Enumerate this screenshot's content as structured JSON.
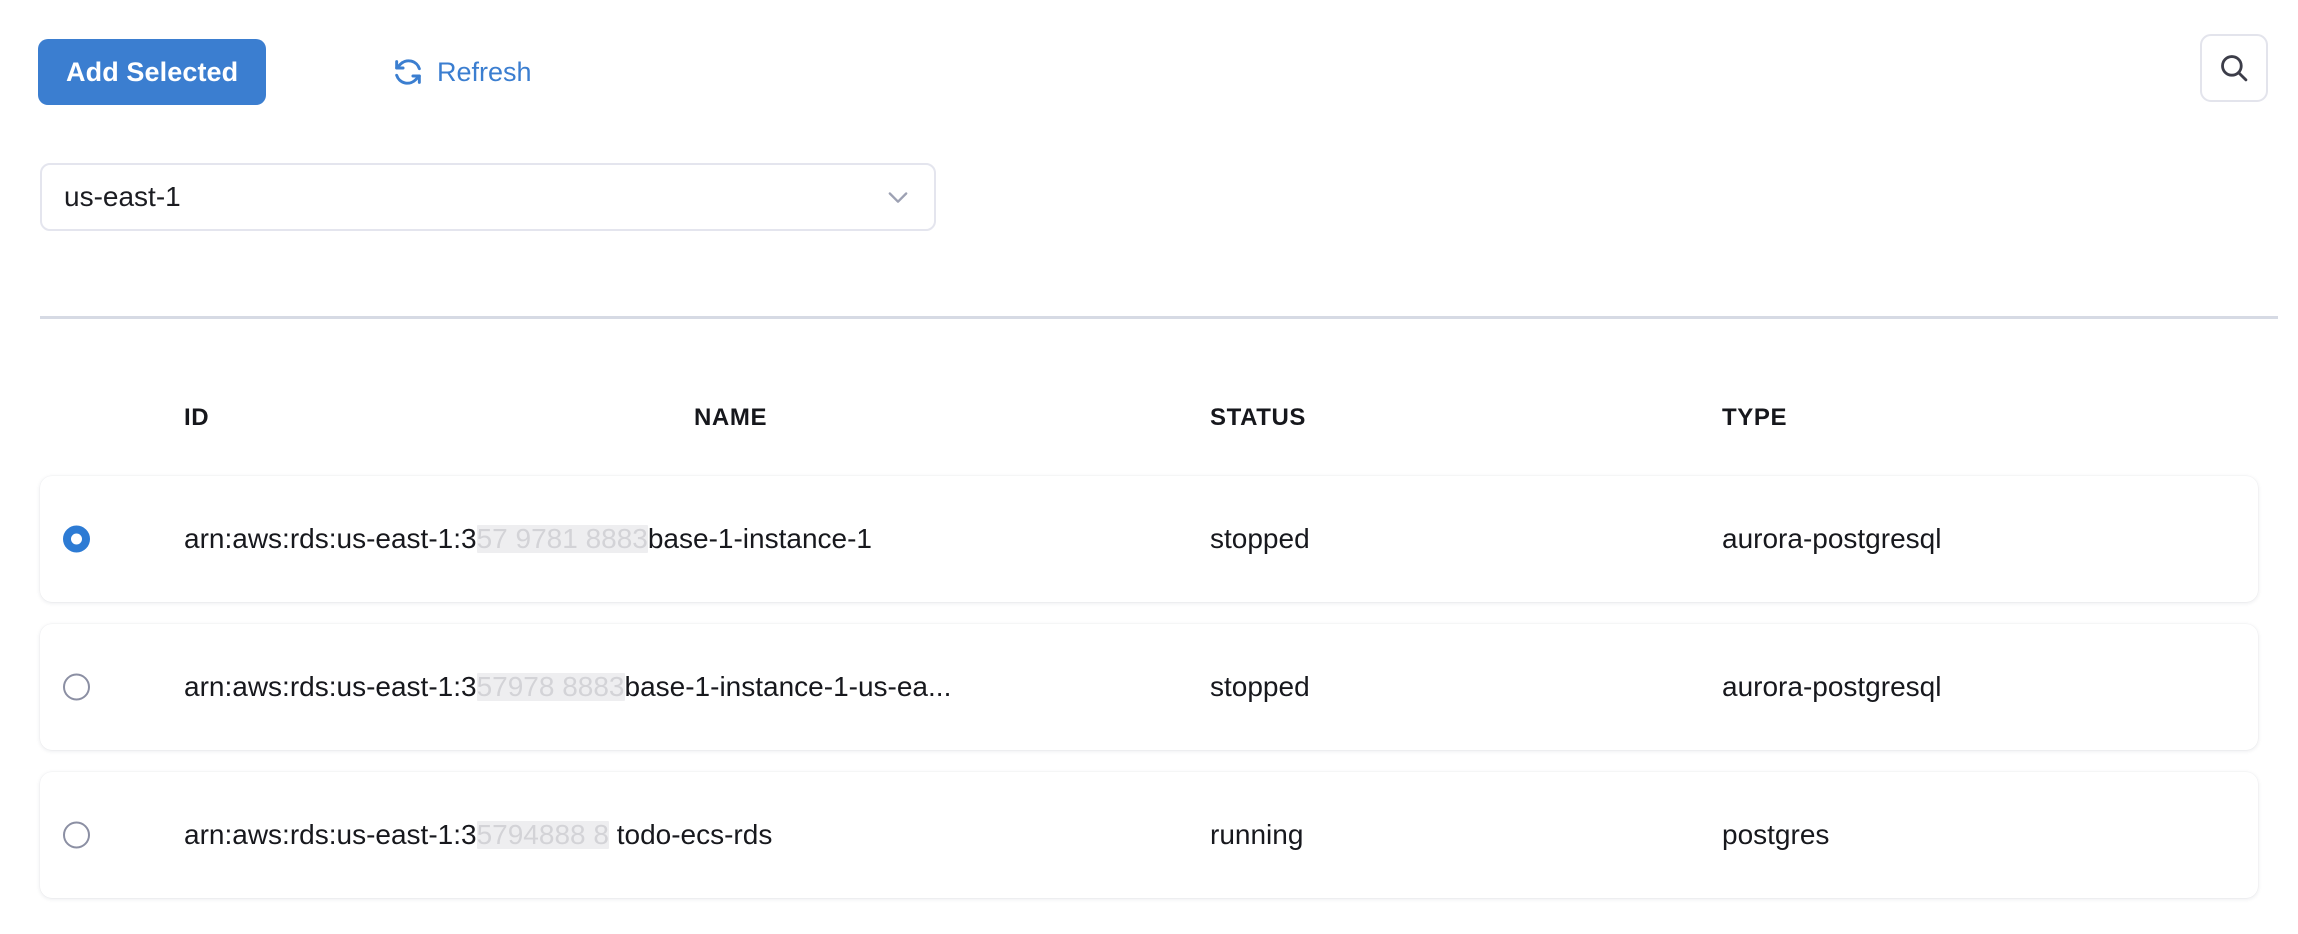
{
  "toolbar": {
    "add_selected_label": "Add Selected",
    "refresh_label": "Refresh",
    "refresh_icon": "refresh-icon",
    "search_icon": "search-icon",
    "primary_color": "#3b7ed0"
  },
  "region_selector": {
    "value": "us-east-1",
    "chevron_icon": "chevron-down-icon"
  },
  "table": {
    "columns": [
      "ID",
      "NAME",
      "STATUS",
      "TYPE"
    ],
    "rows": [
      {
        "selected": true,
        "id_prefix": "arn:aws:rds:us-east-1:3",
        "id_redacted": "57 9781 8883",
        "id_suffix": "base-1-instance-1",
        "status": "stopped",
        "type": "aurora-postgresql"
      },
      {
        "selected": false,
        "id_prefix": "arn:aws:rds:us-east-1:3",
        "id_redacted": "57978 8883",
        "id_suffix": "base-1-instance-1-us-ea...",
        "status": "stopped",
        "type": "aurora-postgresql"
      },
      {
        "selected": false,
        "id_prefix": "arn:aws:rds:us-east-1:3",
        "id_redacted": "5794888 8",
        "id_suffix": " todo-ecs-rds",
        "status": "running",
        "type": "postgres"
      }
    ]
  }
}
